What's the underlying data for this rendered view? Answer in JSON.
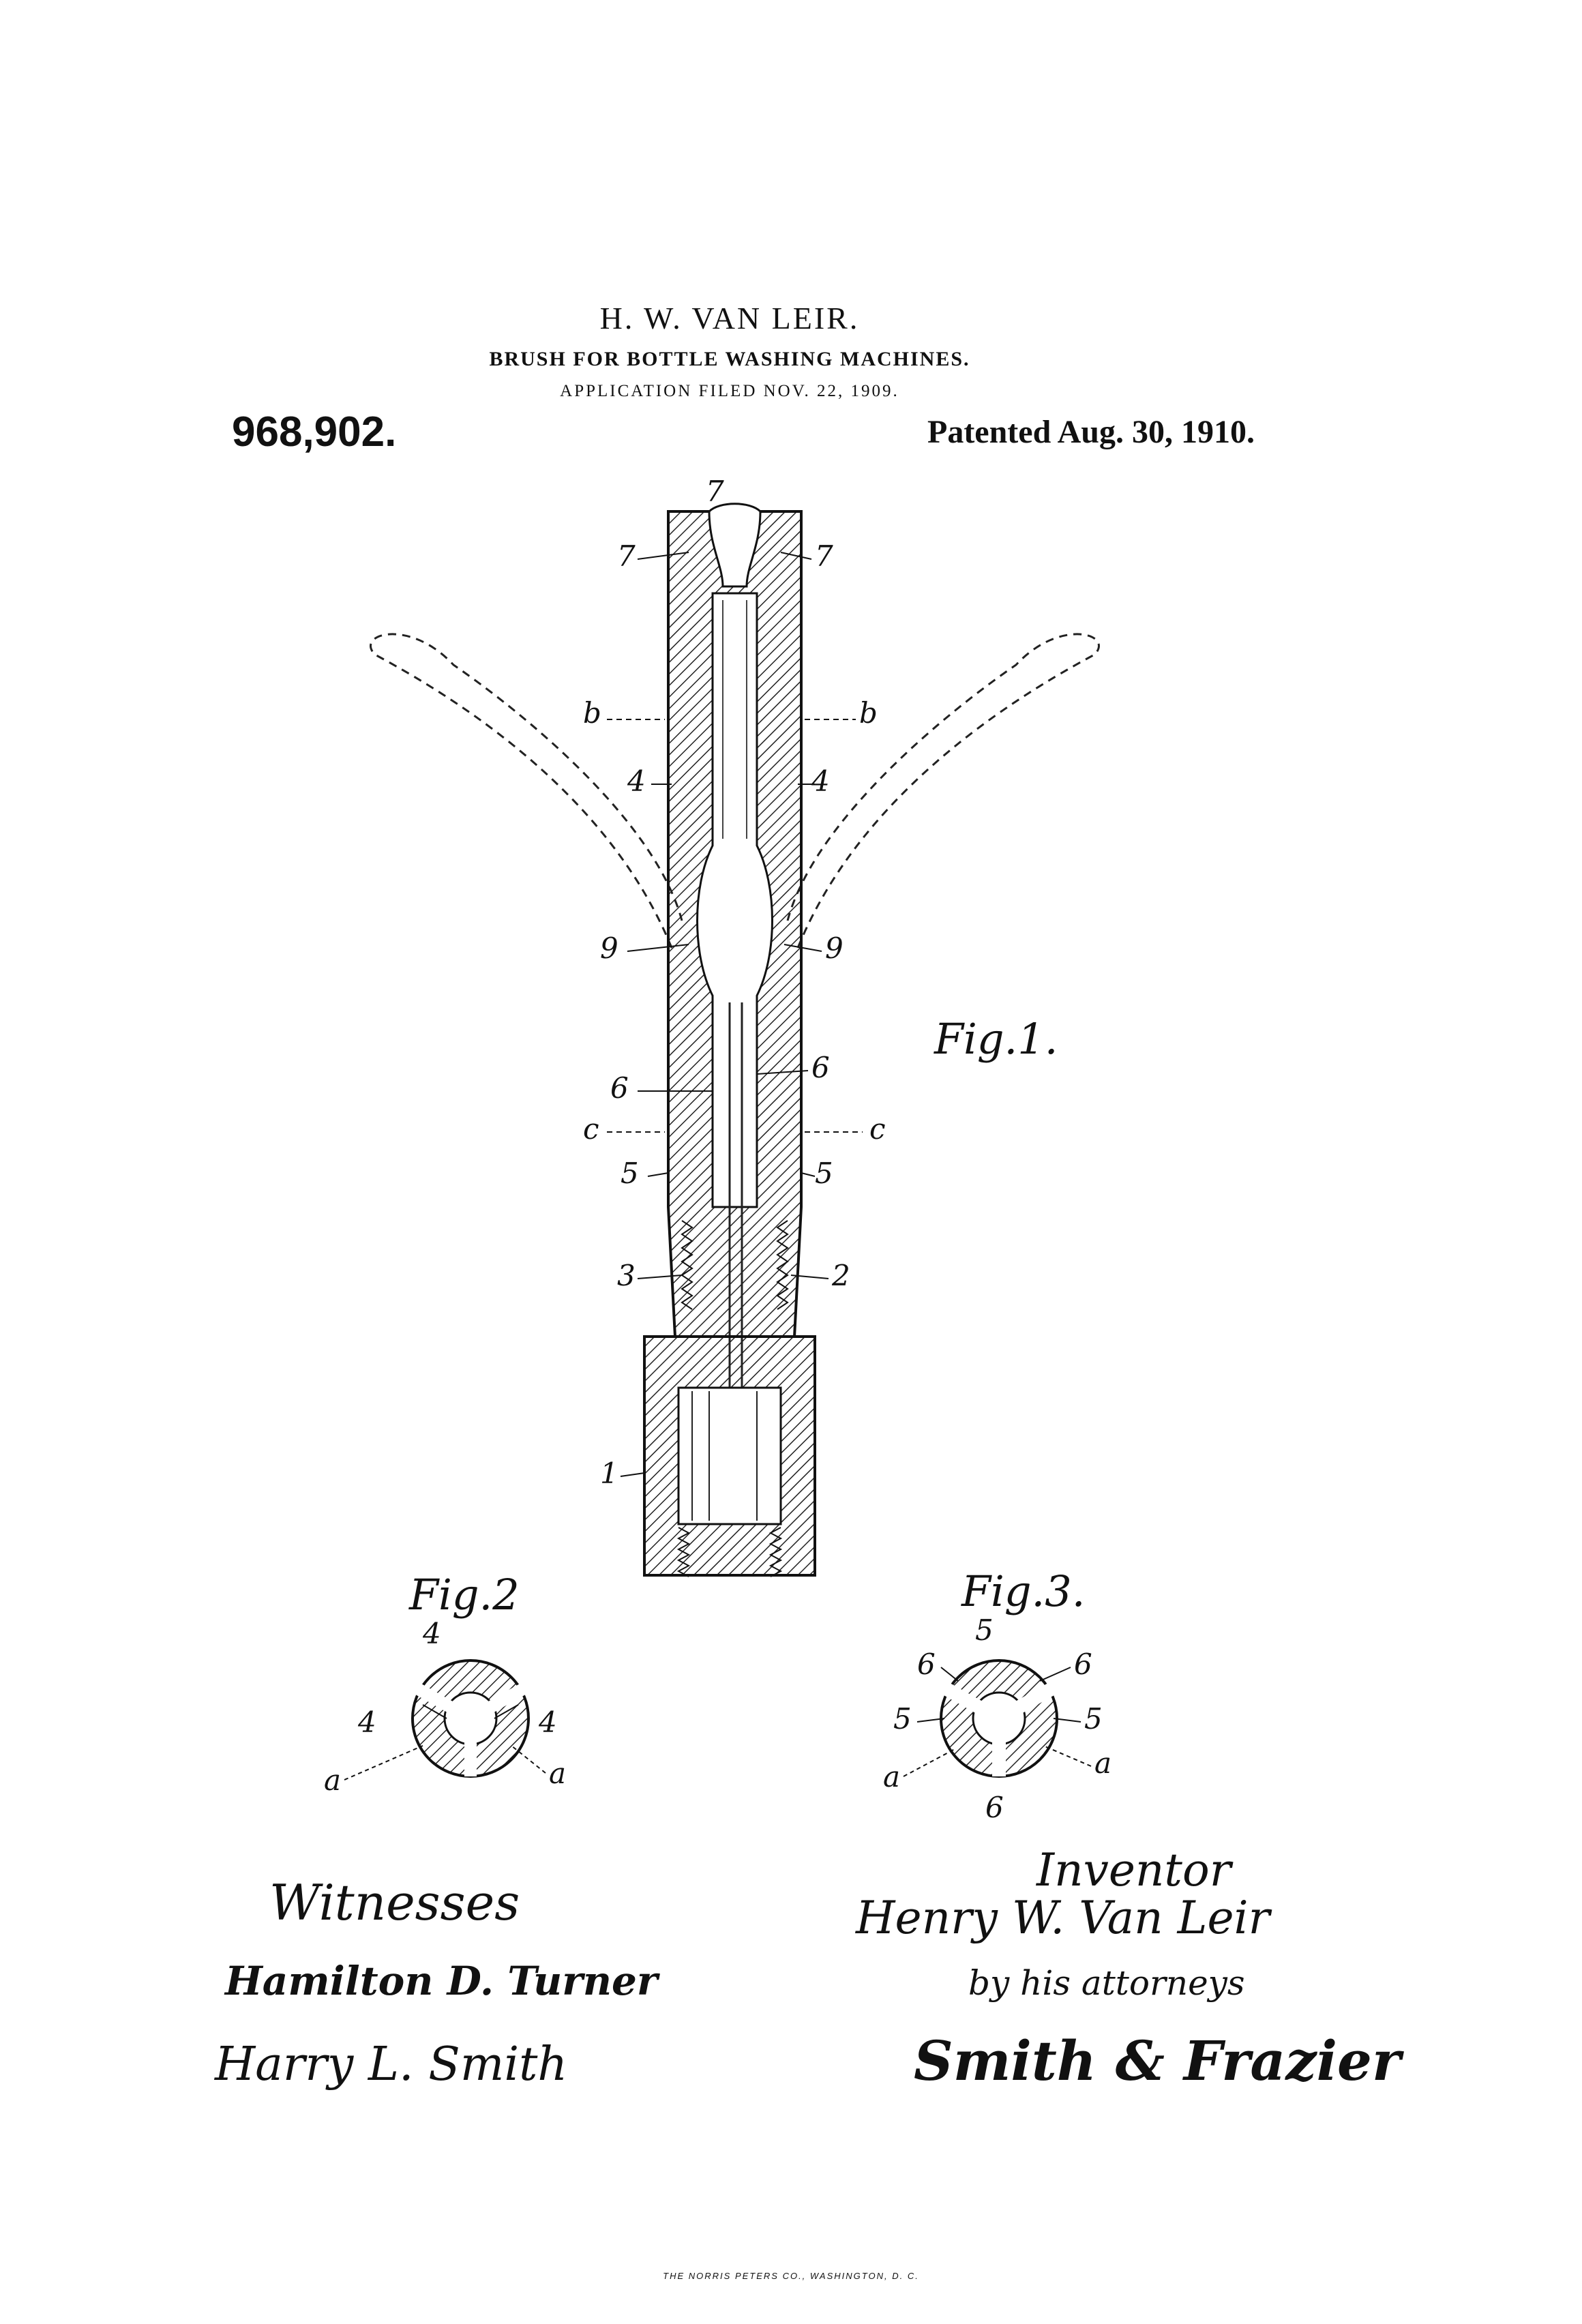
{
  "header": {
    "inventor": "H. W. VAN LEIR.",
    "title": "BRUSH FOR BOTTLE WASHING MACHINES.",
    "filed": "APPLICATION FILED NOV. 22, 1909.",
    "patent_number": "968,902.",
    "patented": "Patented Aug. 30, 1910."
  },
  "figures": {
    "fig1": "Fig.1.",
    "fig2": "Fig.2",
    "fig3": "Fig.3."
  },
  "labels": {
    "n1": "1",
    "n2": "2",
    "n3": "3",
    "n4": "4",
    "n5": "5",
    "n6": "6",
    "n7": "7",
    "n9": "9",
    "a": "a",
    "b": "b",
    "c": "c"
  },
  "signatures": {
    "witnesses": "Witnesses",
    "witness1": "Hamilton D. Turner",
    "witness2": "Harry L. Smith",
    "inventor_heading": "Inventor",
    "inventor_name": "Henry W. Van Leir",
    "by_attorneys": "by his attorneys",
    "attorneys": "Smith & Frazier"
  },
  "footer": {
    "printer": "THE NORRIS PETERS CO., WASHINGTON, D. C."
  }
}
